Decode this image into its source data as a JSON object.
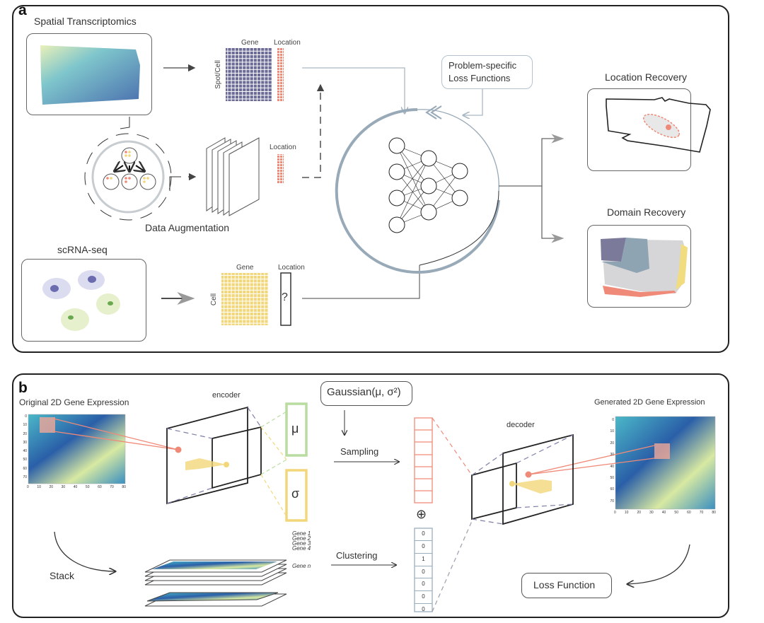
{
  "panel_a": {
    "label": "a",
    "spatial_title": "Spatial Transcriptomics",
    "st_matrix": {
      "gene_label": "Gene",
      "location_label": "Location",
      "row_label": "Spot/Cell"
    },
    "augmentation": {
      "title": "Data Augmentation",
      "location_label": "Location"
    },
    "scrna": {
      "title": "scRNA-seq",
      "gene_label": "Gene",
      "location_label": "Location",
      "row_label": "Cell",
      "unknown_symbol": "?"
    },
    "loss_box": {
      "line1": "Problem-specific",
      "line2": "Loss Functions"
    },
    "outputs": [
      {
        "title": "Location Recovery"
      },
      {
        "title": "Domain Recovery"
      }
    ],
    "colors": {
      "gene_matrix": "#6b6b96",
      "location": "#f08a78",
      "cell_matrix": "#f2d77a",
      "network_ring": "#98a9b8"
    }
  },
  "panel_b": {
    "label": "b",
    "original_title": "Original 2D Gene Expression",
    "generated_title": "Generated 2D Gene Expression",
    "encoder_label": "encoder",
    "decoder_label": "decoder",
    "mu_symbol": "μ",
    "sigma_symbol": "σ",
    "gaussian_box": "Gaussian(μ, σ²)",
    "sampling_label": "Sampling",
    "clustering_label": "Clustering",
    "stack_label": "Stack",
    "loss_function_box": "Loss Function",
    "concat_symbol": "⊕",
    "gene_layers": [
      "Gene 1",
      "Gene 2",
      "Gene 3",
      "Gene 4",
      "Gene n"
    ],
    "one_hot_vector": [
      "0",
      "0",
      "1",
      "0",
      "0",
      "0",
      "0"
    ],
    "axis_ticks_y": [
      "0",
      "10",
      "20",
      "30",
      "40",
      "50",
      "60",
      "70"
    ],
    "axis_ticks_x": [
      "0",
      "10",
      "20",
      "30",
      "40",
      "50",
      "60",
      "70",
      "80"
    ],
    "colors": {
      "mu": "#b9dca0",
      "sigma": "#f2d77a",
      "sample": "#f08a78",
      "cluster": "#9aaebd"
    }
  }
}
